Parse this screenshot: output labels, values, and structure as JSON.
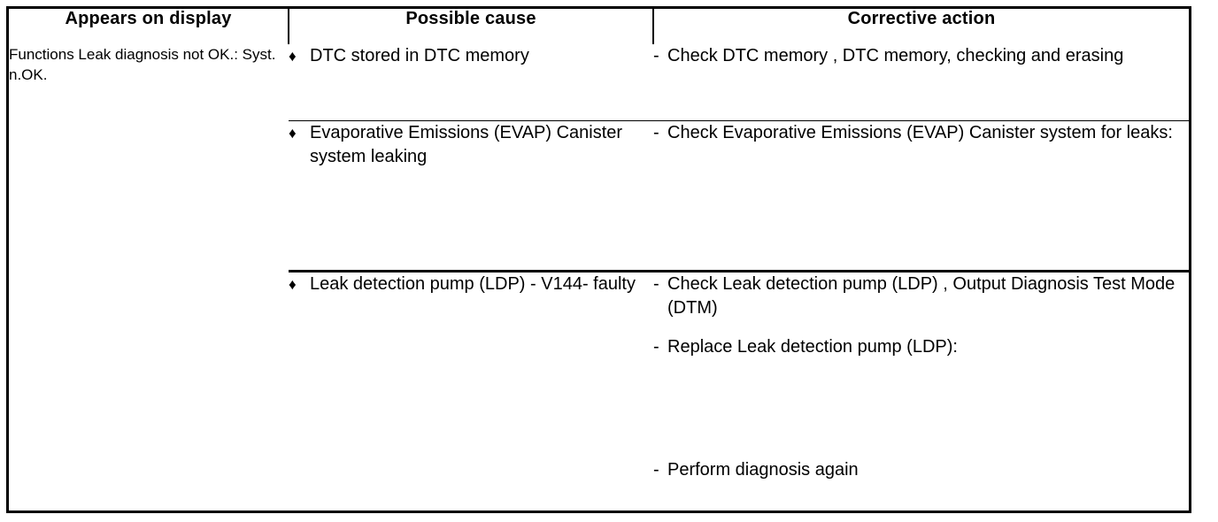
{
  "document": {
    "type": "diagnostic-troubleshooting-table",
    "bullet_glyph": "♦",
    "dash_glyph": "-",
    "border_color": "#000000",
    "background_color": "#ffffff",
    "text_color": "#000000"
  },
  "table": {
    "headers": [
      {
        "label": "Appears on display",
        "key": "display"
      },
      {
        "label": "Possible cause",
        "key": "cause"
      },
      {
        "label": "Corrective action",
        "key": "action"
      }
    ],
    "display_text": "Functions Leak diagnosis not OK.: Syst. n.OK.",
    "rows": [
      {
        "id": "row-1",
        "cause_lines": [
          "DTC stored in DTC memory"
        ],
        "actions": [
          {
            "text": "Check DTC memory , DTC memory, checking and erasing"
          }
        ]
      },
      {
        "id": "row-2",
        "cause_lines": [
          "Evaporative Emissions (EVAP) Canister system leaking"
        ],
        "actions": [
          {
            "text": "Check Evaporative Emissions (EVAP) Canister system for leaks:"
          }
        ]
      },
      {
        "id": "row-3",
        "cause_lines": [
          "Leak detection pump (LDP) - V144- faulty"
        ],
        "actions": [
          {
            "text": "Check Leak detection pump (LDP) , Output Diagnosis Test Mode (DTM)"
          },
          {
            "text": "Replace Leak detection pump (LDP):"
          },
          {
            "text": "Perform diagnosis again"
          }
        ]
      }
    ]
  }
}
